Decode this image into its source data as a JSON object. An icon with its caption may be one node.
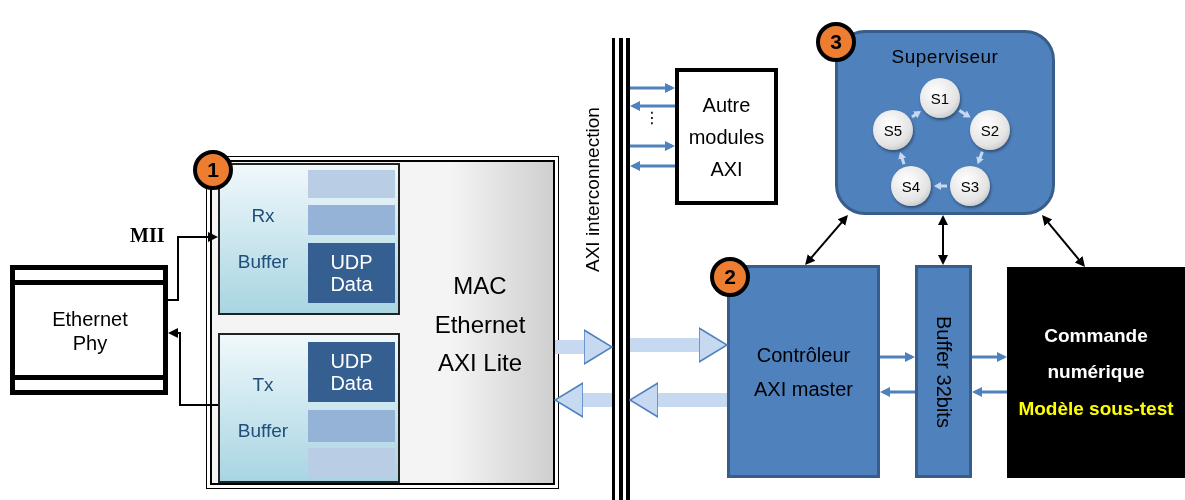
{
  "diagram": {
    "nodes": [
      {
        "text": [
          "Ethernet Phy"
        ]
      },
      {
        "text": [
          "MAC Ethernet AXI Lite"
        ]
      },
      {
        "text": [
          "Rx Buffer"
        ],
        "in": 1
      },
      {
        "text": [],
        "shape": "bar",
        "in": 2
      },
      {
        "text": [],
        "shape": "bar",
        "in": 2
      },
      {
        "text": [
          "UDP Data"
        ],
        "in": 2
      },
      {
        "text": [
          "Tx Buffer"
        ],
        "in": 1
      },
      {
        "text": [
          "UDP Data"
        ],
        "in": 6
      },
      {
        "text": [],
        "shape": "bar",
        "in": 6
      },
      {
        "text": [],
        "shape": "bar",
        "in": 6
      },
      {
        "text": [],
        "shape": "bar",
        "beside": [
          "AXI interconnection"
        ]
      },
      {
        "text": [
          "Autre modules AXI"
        ]
      },
      {
        "text": [
          "Superviseur"
        ]
      },
      {
        "text": [
          "S1"
        ],
        "in": 12
      },
      {
        "text": [
          "S2"
        ],
        "in": 12
      },
      {
        "text": [
          "S3"
        ],
        "in": 12
      },
      {
        "text": [
          "S4"
        ],
        "in": 12
      },
      {
        "text": [
          "S5"
        ],
        "in": 12
      },
      {
        "text": [
          "Contrôleur AXI master"
        ]
      },
      {
        "text": [
          "Buffer 32bits"
        ]
      },
      {
        "text": [
          "Commande numérique",
          "Modèle sous-test"
        ]
      }
    ],
    "edges": [
      {
        "from": 0,
        "to": 2,
        "arrow": "to",
        "label": "MII",
        "color": "#000000"
      },
      {
        "from": 6,
        "to": 0,
        "arrow": "to",
        "color": "#000000"
      },
      {
        "from": 1,
        "to": 10,
        "arrow": "to",
        "style": "thick",
        "color": "#c6d9f1"
      },
      {
        "from": 10,
        "to": 1,
        "arrow": "to",
        "style": "thick",
        "color": "#c6d9f1"
      },
      {
        "from": 10,
        "to": 18,
        "arrow": "to",
        "style": "thick",
        "color": "#c6d9f1"
      },
      {
        "from": 18,
        "to": 10,
        "arrow": "to",
        "style": "thick",
        "color": "#c6d9f1"
      },
      {
        "from": 10,
        "to": 11,
        "arrow": "to",
        "color": "#4f81bd"
      },
      {
        "from": 11,
        "to": 10,
        "arrow": "to",
        "color": "#4f81bd"
      },
      {
        "from": 10,
        "to": 11,
        "arrow": "to",
        "color": "#4f81bd"
      },
      {
        "from": 11,
        "to": 10,
        "arrow": "to",
        "color": "#4f81bd"
      },
      {
        "from": 18,
        "to": 12,
        "arrow": "both",
        "color": "#000000"
      },
      {
        "from": 19,
        "to": 12,
        "arrow": "both",
        "color": "#000000"
      },
      {
        "from": 20,
        "to": 12,
        "arrow": "both",
        "color": "#000000"
      },
      {
        "from": 18,
        "to": 19,
        "arrow": "to",
        "color": "#4f81bd"
      },
      {
        "from": 19,
        "to": 18,
        "arrow": "to",
        "color": "#4f81bd"
      },
      {
        "from": 19,
        "to": 20,
        "arrow": "to",
        "color": "#4f81bd"
      },
      {
        "from": 20,
        "to": 19,
        "arrow": "to",
        "color": "#4f81bd"
      },
      {
        "from": 13,
        "to": 14,
        "arrow": "to",
        "color": "#c6d9f1"
      },
      {
        "from": 14,
        "to": 15,
        "arrow": "to",
        "color": "#c6d9f1"
      },
      {
        "from": 15,
        "to": 16,
        "arrow": "to",
        "color": "#c6d9f1"
      },
      {
        "from": 16,
        "to": 17,
        "arrow": "to",
        "color": "#c6d9f1"
      },
      {
        "from": 17,
        "to": 13,
        "arrow": "to",
        "color": "#c6d9f1"
      }
    ],
    "labels": [
      "3",
      "⋮",
      "1",
      "2"
    ]
  }
}
